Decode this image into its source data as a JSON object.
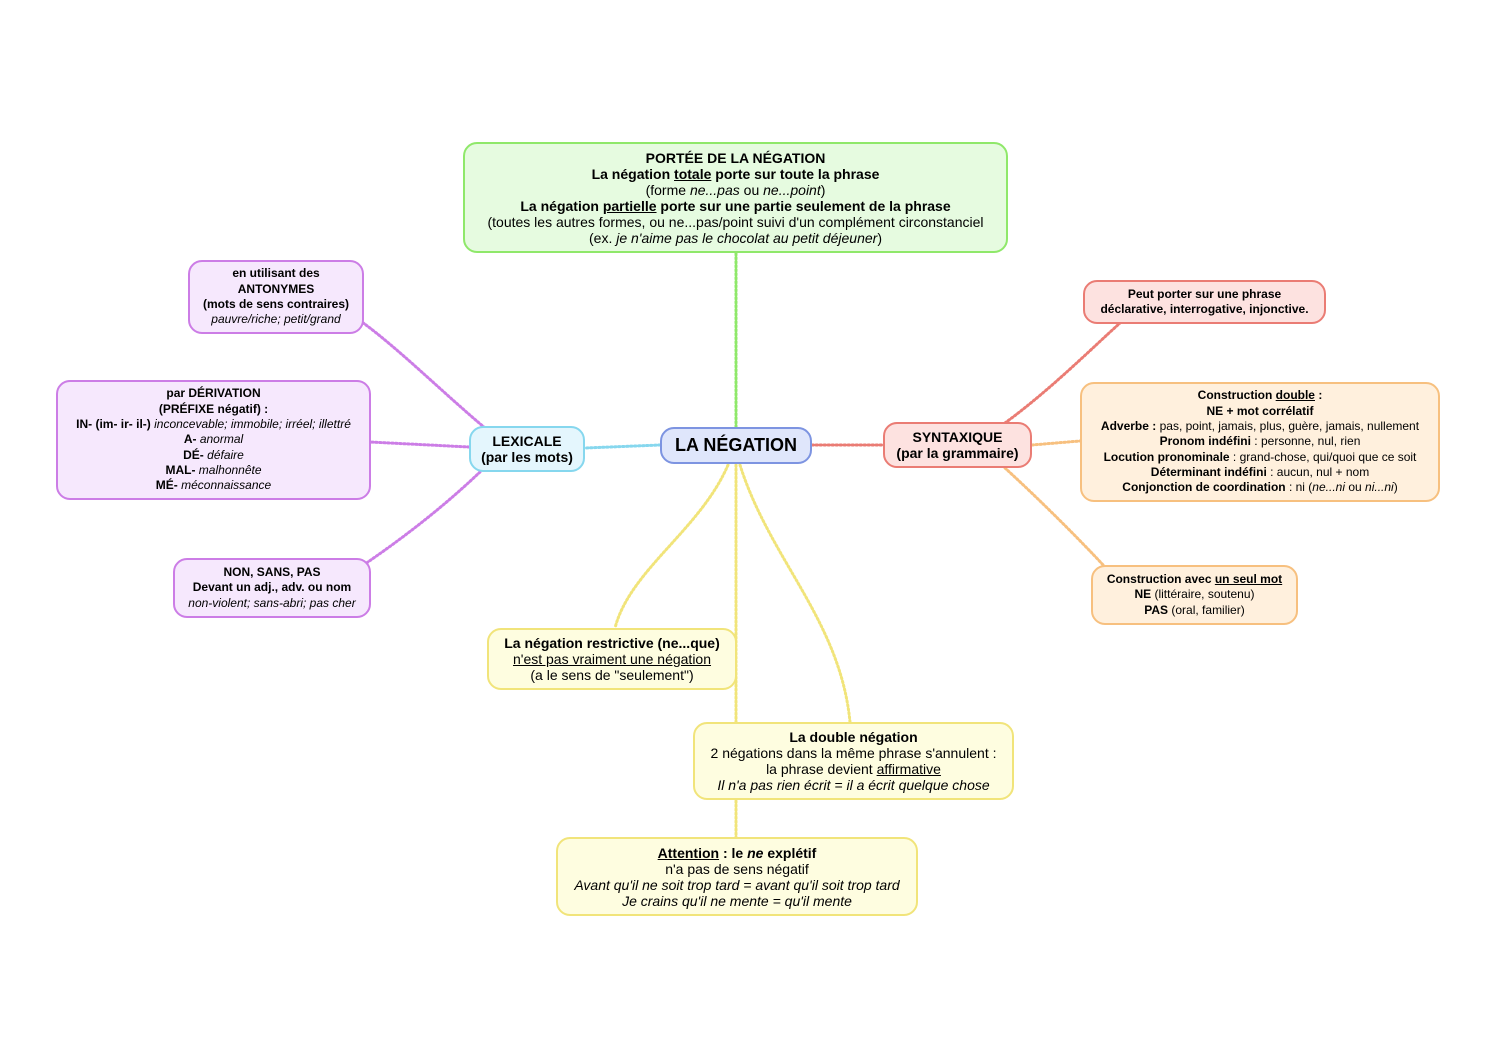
{
  "center": {
    "title": "LA NÉGATION"
  },
  "portee": {
    "title": "PORTÉE DE LA NÉGATION",
    "l2a": "La négation ",
    "l2u": "totale",
    "l2b": " porte sur toute la phrase",
    "l3a": "(forme ",
    "l3i1": "ne...pas",
    "l3m": " ou ",
    "l3i2": "ne...point",
    "l3b": ")",
    "l4a": "La négation ",
    "l4u": "partielle",
    "l4b": " porte sur une partie seulement de la phrase",
    "l5": "(toutes les autres formes, ou ne...pas/point suivi d'un complément circonstanciel",
    "l6a": "(ex. ",
    "l6i": "je n'aime pas le chocolat au petit déjeuner",
    "l6b": ")"
  },
  "lexicale": {
    "l1": "LEXICALE",
    "l2": "(par les mots)"
  },
  "antonymes": {
    "l1": "en utilisant des",
    "l2": "ANTONYMES",
    "l3": "(mots de sens contraires)",
    "l4": "pauvre/riche; petit/grand"
  },
  "derivation": {
    "l1": "par DÉRIVATION",
    "l2": "(PRÉFIXE négatif) :",
    "l3b": "IN- (im- ir- il-)",
    "l3i": " inconcevable; immobile; irréel; illettré",
    "l4b": "A-",
    "l4i": " anormal",
    "l5b": "DÉ-",
    "l5i": " défaire",
    "l6b": "MAL-",
    "l6i": " malhonnête",
    "l7b": "MÉ-",
    "l7i": " méconnaissance"
  },
  "nonsans": {
    "l1": "NON, SANS, PAS",
    "l2": "Devant un adj., adv. ou nom",
    "l3": "non-violent; sans-abri; pas cher"
  },
  "syntaxique": {
    "l1": "SYNTAXIQUE",
    "l2": "(par la grammaire)"
  },
  "peutporter": {
    "l1": "Peut porter sur une phrase",
    "l2": "déclarative, interrogative, injonctive."
  },
  "double_construction": {
    "l1a": "Construction ",
    "l1u": "double",
    "l1b": " :",
    "l2": "NE + mot corrélatif",
    "l3b": "Adverbe :",
    "l3": " pas, point, jamais, plus, guère, jamais, nullement",
    "l4b": "Pronom indéfini",
    "l4": " : personne, nul, rien",
    "l5b": "Locution pronominale",
    "l5": " : grand-chose, qui/quoi que ce soit",
    "l6b": "Déterminant indéfini",
    "l6": " : aucun, nul + nom",
    "l7b": "Conjonction de coordination",
    "l7a": " : ni (",
    "l7i1": "ne...ni",
    "l7m": " ou ",
    "l7i2": "ni...ni",
    "l7c": ")"
  },
  "seulmot": {
    "l1a": "Construction avec ",
    "l1u": "un seul mot",
    "l2b": "NE",
    "l2": " (littéraire, soutenu)",
    "l3b": "PAS",
    "l3": " (oral, familier)"
  },
  "restrictive": {
    "l1": "La négation restrictive (ne...que)",
    "l2": "n'est pas vraiment une négation",
    "l3": "(a le sens de \"seulement\")"
  },
  "doubleneg": {
    "l1": "La double négation",
    "l2": "2 négations dans la même phrase s'annulent :",
    "l3a": "la phrase devient ",
    "l3u": "affirmative",
    "l4": "Il n'a pas rien écrit = il a écrit quelque chose"
  },
  "expletif": {
    "l1u": "Attention",
    "l1a": " : le ",
    "l1i": "ne",
    "l1b": " explétif",
    "l2": "n'a pas de sens négatif",
    "l3": "Avant qu'il ne soit trop tard = avant qu'il soit trop tard",
    "l4": "Je crains qu'il ne mente = qu'il mente"
  },
  "colors": {
    "green": "#8fe86a",
    "purple": "#cc7de6",
    "blue": "#86d7ee",
    "navy": "#7d94e1",
    "red": "#ea7c74",
    "orange": "#f7c07f",
    "yellow": "#f1e47a"
  }
}
